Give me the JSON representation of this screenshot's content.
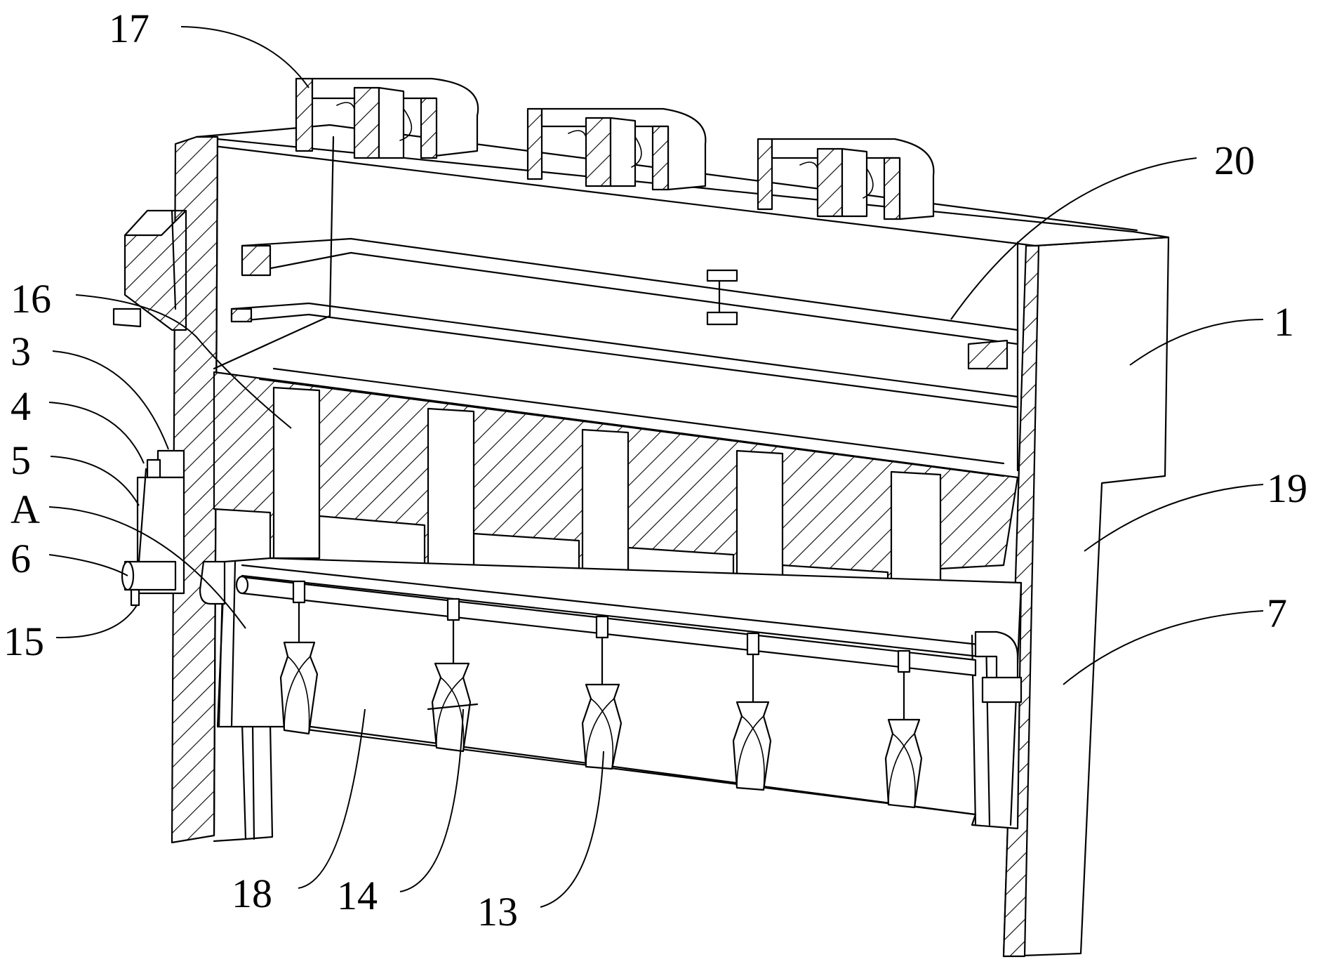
{
  "callouts": [
    {
      "id": "17",
      "text": "17"
    },
    {
      "id": "20",
      "text": "20"
    },
    {
      "id": "16",
      "text": "16"
    },
    {
      "id": "3",
      "text": "3"
    },
    {
      "id": "4",
      "text": "4"
    },
    {
      "id": "5",
      "text": "5"
    },
    {
      "id": "A",
      "text": "A"
    },
    {
      "id": "6",
      "text": "6"
    },
    {
      "id": "15",
      "text": "15"
    },
    {
      "id": "1",
      "text": "1"
    },
    {
      "id": "19",
      "text": "19"
    },
    {
      "id": "7",
      "text": "7"
    },
    {
      "id": "18",
      "text": "18"
    },
    {
      "id": "14",
      "text": "14"
    },
    {
      "id": "13",
      "text": "13"
    }
  ]
}
